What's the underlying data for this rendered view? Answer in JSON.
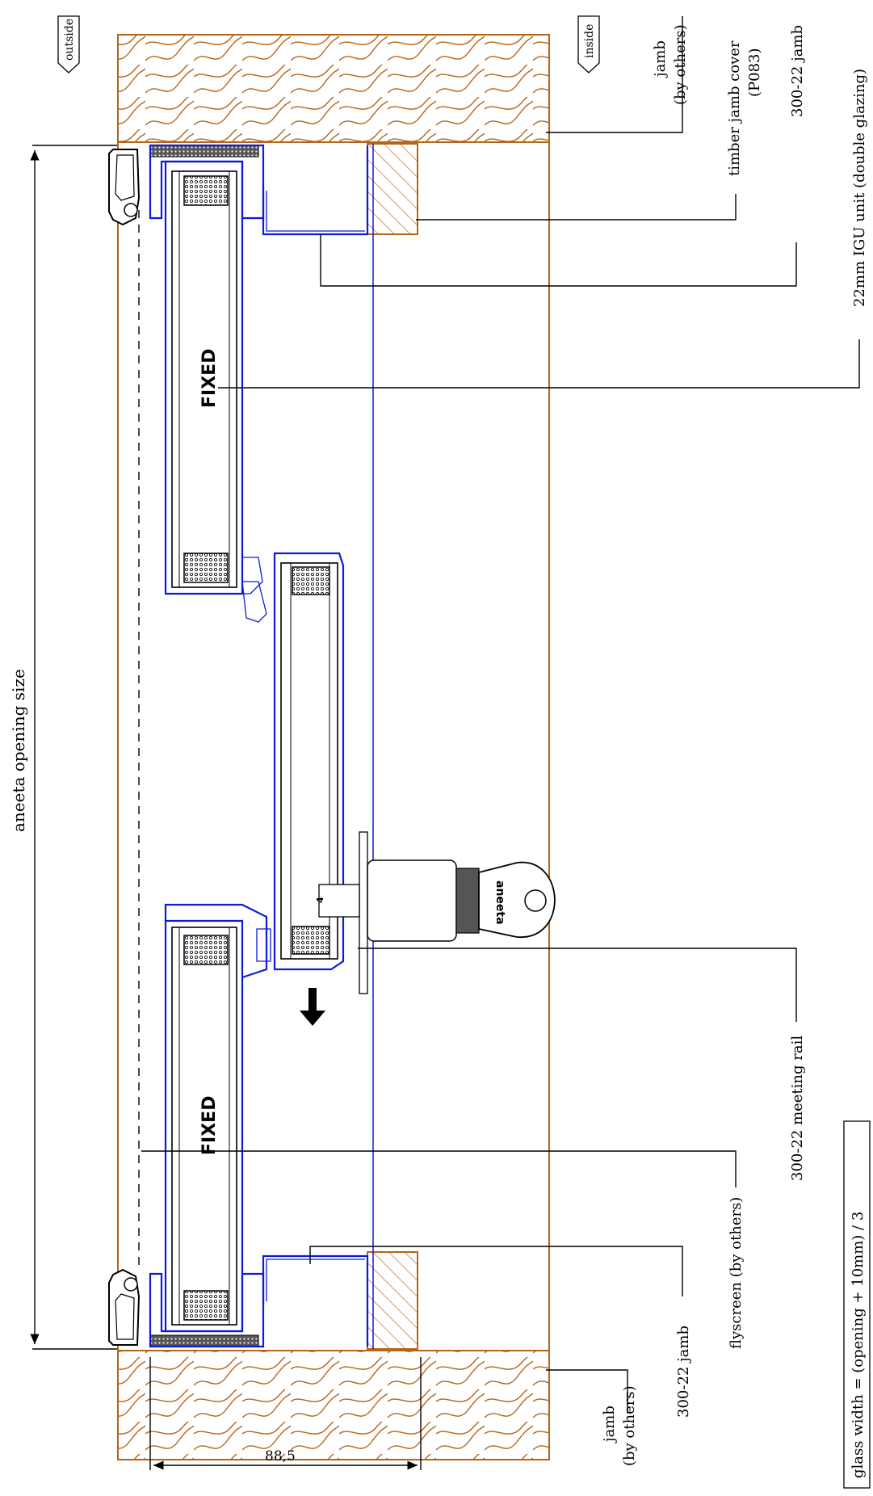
{
  "labels": {
    "outside": "outside",
    "inside": "inside",
    "opening_size": "aneeta opening size",
    "fixed_top": "FIXED",
    "fixed_bottom": "FIXED",
    "jamb_top_1": "jamb",
    "jamb_top_2": "(by others)",
    "timber_cover_1": "timber jamb cover",
    "timber_cover_2": "(P083)",
    "jamb_300_top": "300-22 jamb",
    "igu": "22mm IGU unit (double glazing)",
    "jamb_bottom_1": "jamb",
    "jamb_bottom_2": "(by others)",
    "jamb_300_bottom": "300-22 jamb",
    "flyscreen": "flyscreen (by others)",
    "meeting_rail": "300-22 meeting rail",
    "glass_width": "glass width = (opening + 10mm) / 3",
    "dimension": "88,5",
    "key_brand": "aneeta",
    "lock_mark": "4"
  },
  "colors": {
    "wood": "#b56517",
    "frame": "#0d1bd8",
    "ink": "#000000"
  }
}
